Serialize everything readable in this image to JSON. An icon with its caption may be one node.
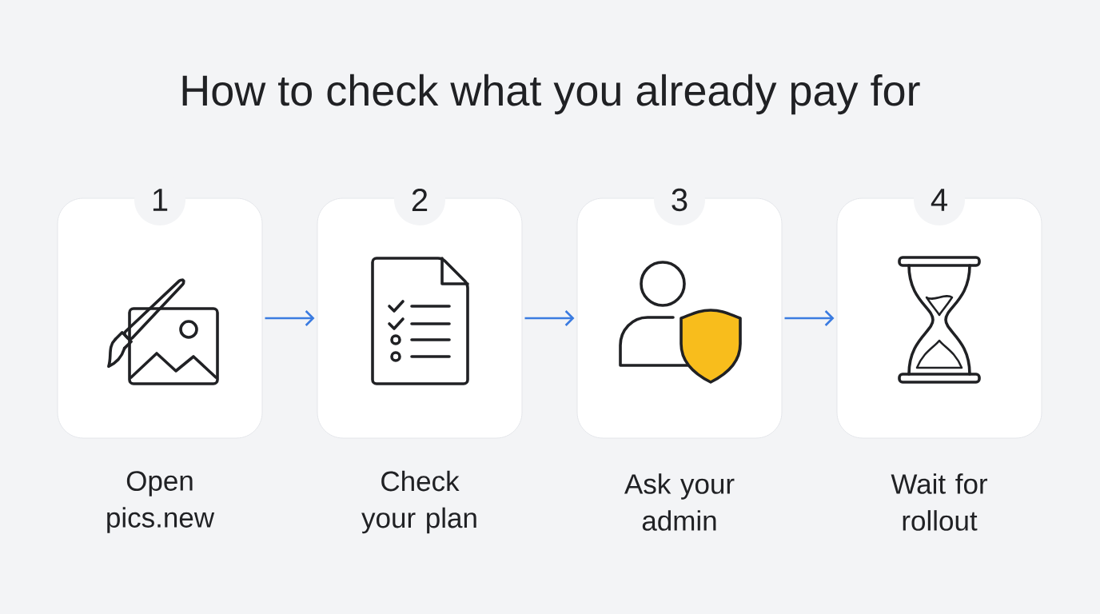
{
  "diagram": {
    "title": "How to check what you already pay for",
    "nodes": [
      {
        "text": [
          "1"
        ],
        "beside": [
          "Open pics.new"
        ]
      },
      {
        "text": [
          "2"
        ],
        "beside": [
          "Check your plan"
        ]
      },
      {
        "text": [
          "3"
        ],
        "beside": [
          "Ask your admin"
        ]
      },
      {
        "text": [
          "4"
        ],
        "beside": [
          "Wait for rollout"
        ]
      }
    ],
    "edges": [
      {
        "from": 0,
        "to": 1,
        "arrow": "to"
      },
      {
        "from": 1,
        "to": 2,
        "arrow": "to"
      },
      {
        "from": 2,
        "to": 3,
        "arrow": "to"
      }
    ]
  }
}
